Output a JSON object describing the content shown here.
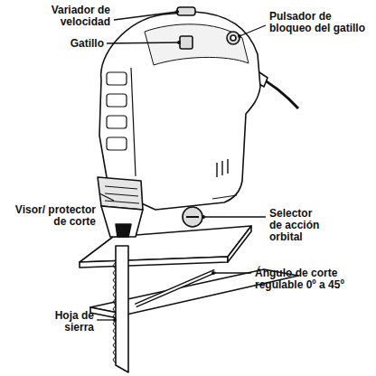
{
  "diagram": {
    "labels": [
      "Variador de velocidad",
      "Pulsador de bloqueo del gatillo",
      "Gatillo",
      "Visor/ protector de corte",
      "Selector de acción orbital",
      "Ángulo de corte regulable 0º a 45º",
      "Hoja de sierra"
    ]
  }
}
